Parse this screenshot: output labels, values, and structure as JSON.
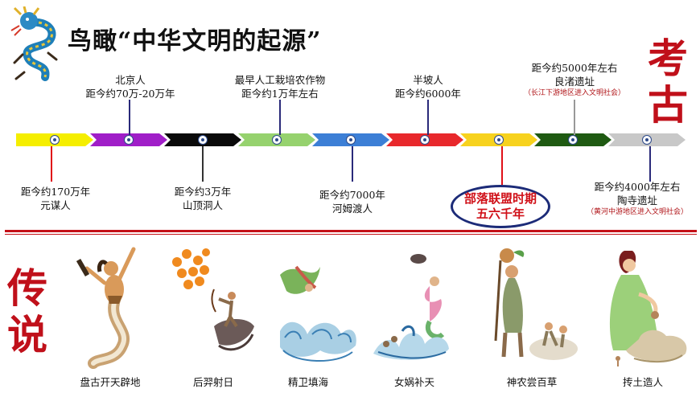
{
  "title": "鸟瞰“中华文明的起源”",
  "side": {
    "archaeology": [
      "考",
      "古"
    ],
    "legend": [
      "传",
      "说"
    ]
  },
  "timeline": {
    "segments": [
      {
        "color": "#f5ee00"
      },
      {
        "color": "#a01ec8"
      },
      {
        "color": "#0a0a0a"
      },
      {
        "color": "#96d26e"
      },
      {
        "color": "#3c7fd6"
      },
      {
        "color": "#e8282c"
      },
      {
        "color": "#f7d21e"
      },
      {
        "color": "#1f5a12"
      },
      {
        "color": "#c8c8c8"
      }
    ]
  },
  "events_top": [
    {
      "lines": [
        "北京人",
        "距今约70万-20万年"
      ]
    },
    {
      "lines": [
        "最早人工栽培农作物",
        "距今约1万年左右"
      ]
    },
    {
      "lines": [
        "半坡人",
        "距今约6000年"
      ]
    },
    {
      "lines": [
        "距今约5000年左右",
        "良渚遗址"
      ],
      "note": "（长江下游地区进入文明社会）"
    }
  ],
  "events_bottom": [
    {
      "lines": [
        "距今约170万年",
        "元谋人"
      ]
    },
    {
      "lines": [
        "距今约3万年",
        "山顶洞人"
      ]
    },
    {
      "lines": [
        "距今约7000年",
        "河姆渡人"
      ]
    },
    {
      "lines": [
        "距今约4000年左右",
        "陶寺遗址"
      ],
      "note": "（黄河中游地区进入文明社会）"
    }
  ],
  "tribal": {
    "line1": "部落联盟时期",
    "line2": "五六千年"
  },
  "legends": [
    "盘古开天辟地",
    "后羿射日",
    "精卫填海",
    "女娲补天",
    "神农尝百草",
    "抟土造人"
  ],
  "colors": {
    "accent_red": "#c41018",
    "ellipse_border": "#1c2b78"
  }
}
